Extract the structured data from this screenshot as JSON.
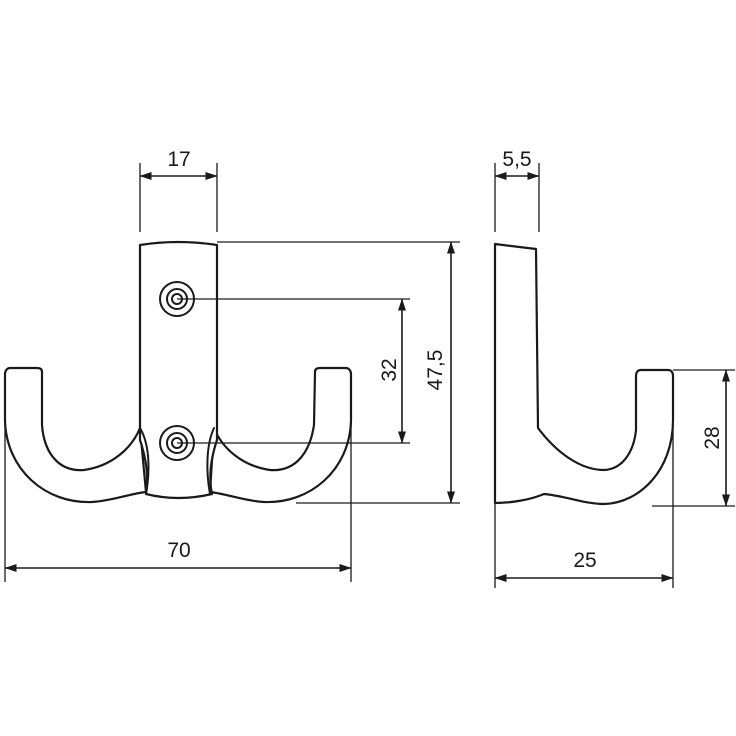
{
  "dimensions": {
    "front_top_width": "17",
    "front_hole_spacing": "32",
    "front_height": "47,5",
    "front_total_width": "70",
    "side_thickness": "5,5",
    "side_hook_height": "28",
    "side_depth": "25"
  },
  "colors": {
    "line": "#1a1a1a",
    "background": "#ffffff"
  }
}
